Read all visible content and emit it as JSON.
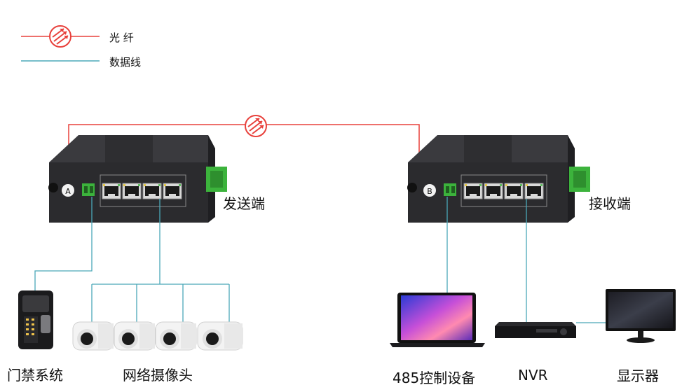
{
  "legend": {
    "fiber_label": "光  纤",
    "data_label": "数据线"
  },
  "devices": {
    "sender": {
      "label": "发送端",
      "badge": "A"
    },
    "receiver": {
      "label": "接收端",
      "badge": "B"
    }
  },
  "endpoints": {
    "access_control": "门禁系统",
    "network_camera": "网络摄像头",
    "rs485_device": "485控制设备",
    "nvr": "NVR",
    "monitor": "显示器"
  },
  "colors": {
    "fiber": "#e8403b",
    "data_line": "#4aa8b8",
    "switch_body": "#2b2b2e",
    "terminal_green": "#3cb33c"
  }
}
